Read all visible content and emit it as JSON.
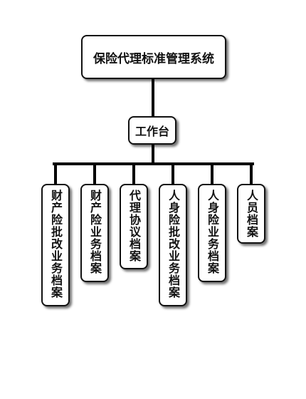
{
  "diagram": {
    "root": {
      "label": "保险代理标准管理系统"
    },
    "hub": {
      "label": "工作台"
    },
    "leaves": [
      {
        "label": "财产险批改业务档案"
      },
      {
        "label": "财产险业务档案"
      },
      {
        "label": "代理协议档案"
      },
      {
        "label": "人身险批改业务档案"
      },
      {
        "label": "人身险业务档案"
      },
      {
        "label": "人员档案"
      }
    ]
  },
  "colors": {
    "line": "#000000",
    "box_border": "#111111",
    "box_fill": "#ffffff"
  }
}
